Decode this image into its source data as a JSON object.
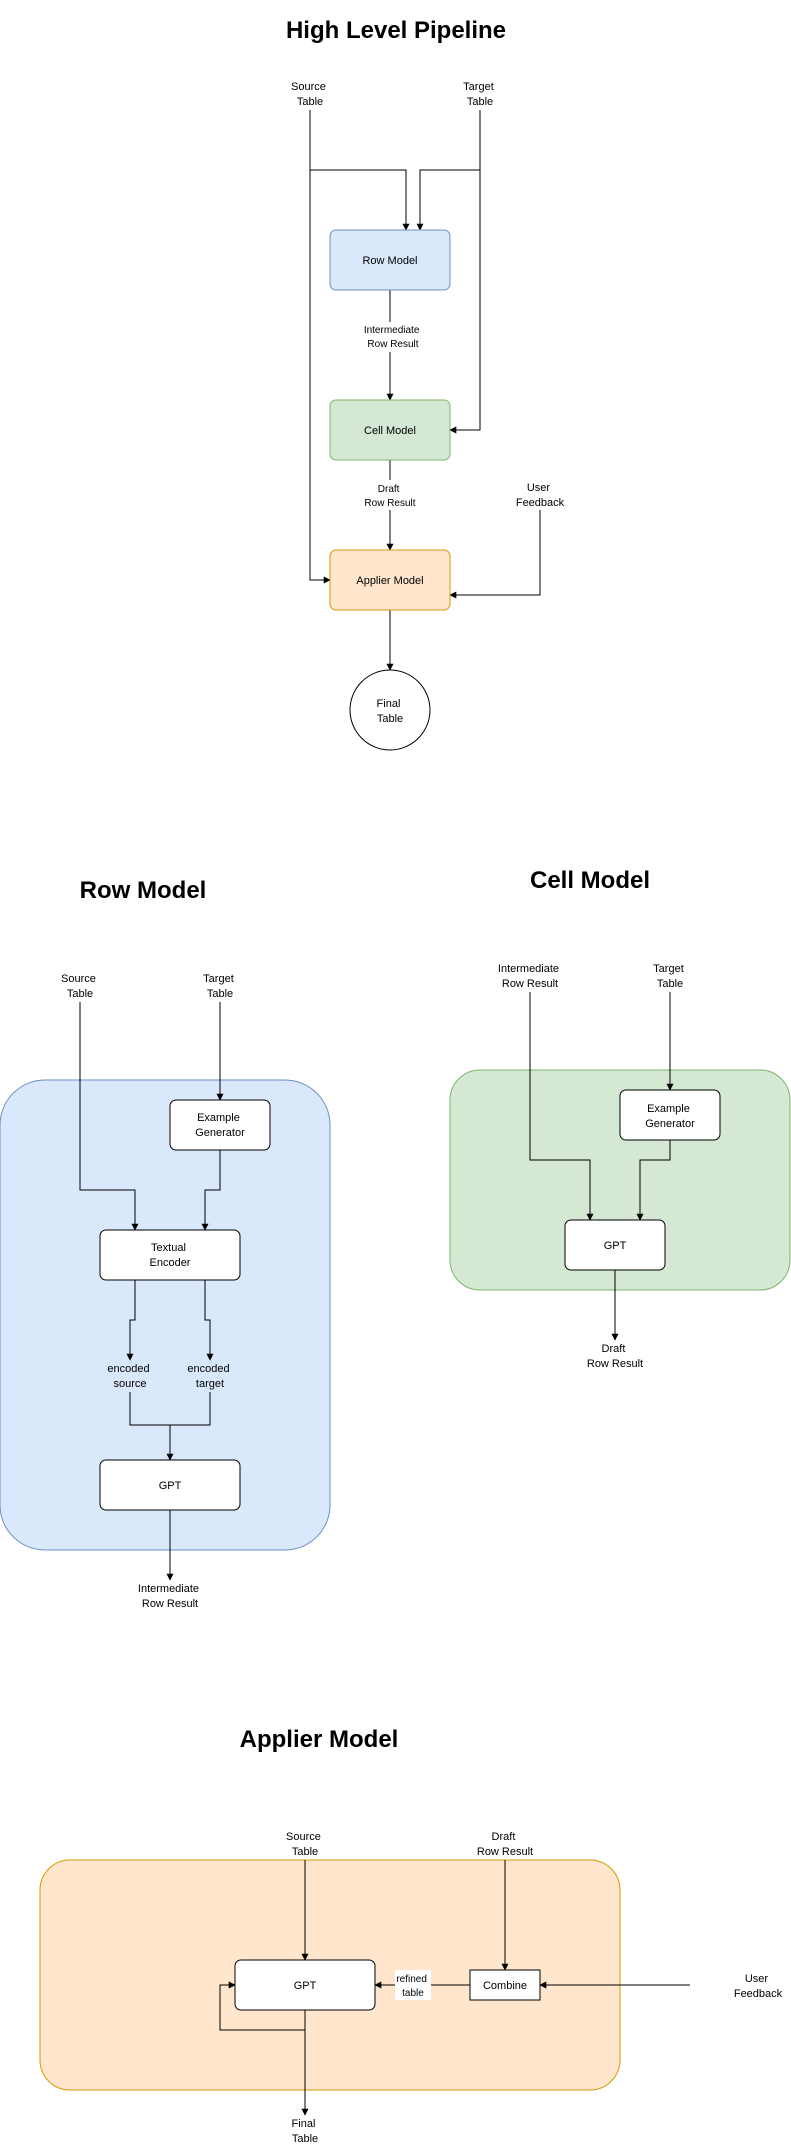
{
  "pipeline": {
    "title": "High Level Pipeline",
    "source_table": [
      "Source",
      "Table"
    ],
    "target_table": [
      "Target",
      "Table"
    ],
    "row_model": "Row Model",
    "intermediate_label": [
      "Intermediate",
      "Row Result"
    ],
    "cell_model": "Cell Model",
    "draft_label": [
      "Draft",
      "Row Result"
    ],
    "user_feedback": [
      "User",
      "Feedback"
    ],
    "applier_model": "Applier Model",
    "final_table": [
      "Final",
      "Table"
    ]
  },
  "row_model": {
    "title": "Row Model",
    "source_table": [
      "Source",
      "Table"
    ],
    "target_table": [
      "Target",
      "Table"
    ],
    "example_generator": [
      "Example",
      "Generator"
    ],
    "textual_encoder": [
      "Textual",
      "Encoder"
    ],
    "encoded_source": [
      "encoded",
      "source"
    ],
    "encoded_target": [
      "encoded",
      "target"
    ],
    "gpt": "GPT",
    "output": [
      "Intermediate",
      "Row Result"
    ]
  },
  "cell_model": {
    "title": "Cell Model",
    "input_intermediate": [
      "Intermediate",
      "Row Result"
    ],
    "target_table": [
      "Target",
      "Table"
    ],
    "example_generator": [
      "Example",
      "Generator"
    ],
    "gpt": "GPT",
    "output": [
      "Draft",
      "Row Result"
    ]
  },
  "applier_model": {
    "title": "Applier Model",
    "source_table": [
      "Source",
      "Table"
    ],
    "draft_row_result": [
      "Draft",
      "Row Result"
    ],
    "gpt": "GPT",
    "refined_table": [
      "refined",
      "table"
    ],
    "combine": "Combine",
    "user_feedback": [
      "User",
      "Feedback"
    ],
    "final_table": [
      "Final",
      "Table"
    ]
  }
}
